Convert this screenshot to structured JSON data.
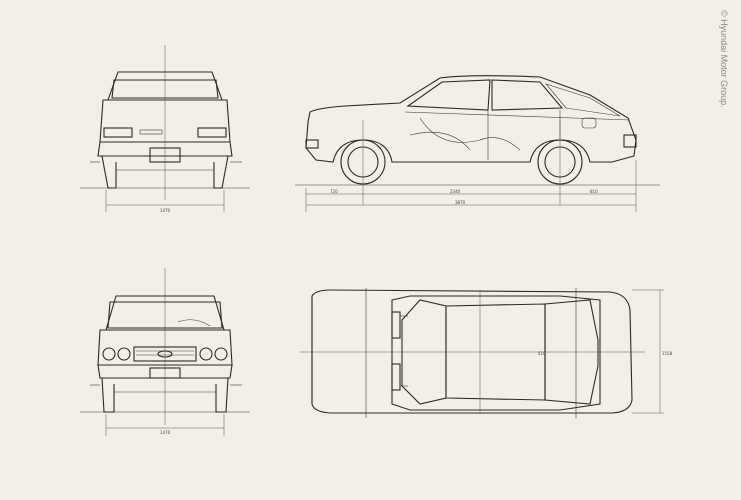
{
  "credit": "© Hyundai Motor Group.",
  "dimensions": {
    "rear_width": "1470",
    "front_overhang": "720",
    "wheelbase": "2340",
    "rear_overhang": "810",
    "overall_length": "3870",
    "front_track": "1470",
    "top_width": "1558",
    "top_center": "410"
  },
  "colors": {
    "paper": "#f1efe6",
    "ink": "#2a2a2a"
  }
}
